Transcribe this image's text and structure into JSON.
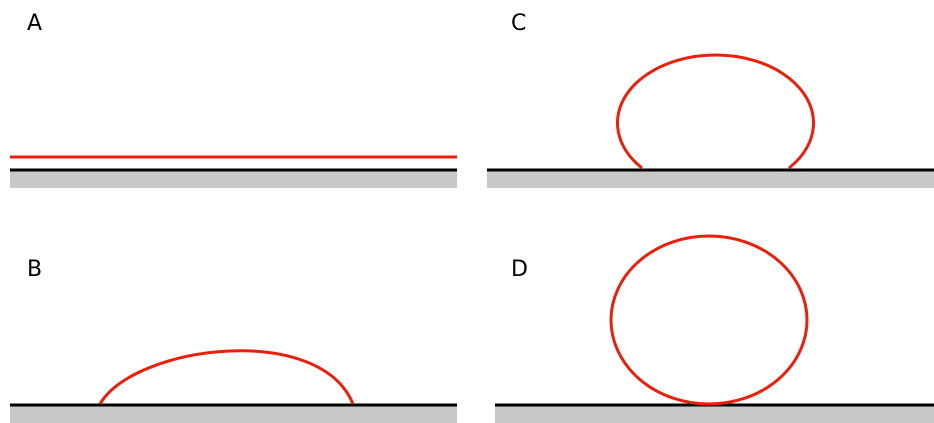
{
  "panels": [
    {
      "label": "A",
      "droplet_shape": "flat-film"
    },
    {
      "label": "B",
      "droplet_shape": "shallow-cap"
    },
    {
      "label": "C",
      "droplet_shape": "tall-cap"
    },
    {
      "label": "D",
      "droplet_shape": "sphere-touching"
    }
  ],
  "colors": {
    "droplet": "#e8200c",
    "surface_line": "#000000",
    "substrate": "#c8c8c8",
    "background": "#ffffff"
  }
}
